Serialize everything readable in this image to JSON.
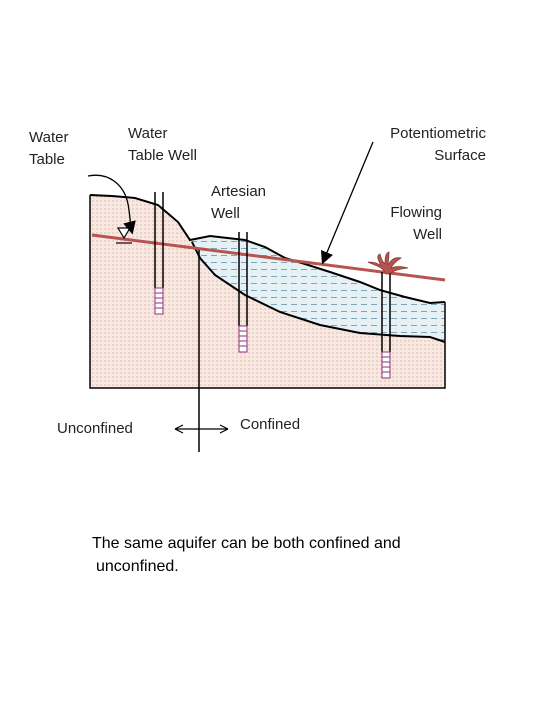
{
  "labels": {
    "water_table": [
      "Water",
      "Table"
    ],
    "water_table_well": [
      "Water",
      "Table Well"
    ],
    "potentiometric_surface": [
      "Potentiometric",
      "Surface"
    ],
    "artesian_well": [
      "Artesian",
      "Well"
    ],
    "flowing_well": [
      "Flowing",
      "Well"
    ],
    "unconfined": "Unconfined",
    "confined": "Confined"
  },
  "caption": [
    "The same aquifer can be both confined and",
    "unconfined."
  ],
  "colors": {
    "potentiometric_line": "#b85450",
    "unconfined_fill": "#f6e6df",
    "confined_fill": "#e4f0f4",
    "screen": "#8e2f7a",
    "outline": "#000000"
  }
}
